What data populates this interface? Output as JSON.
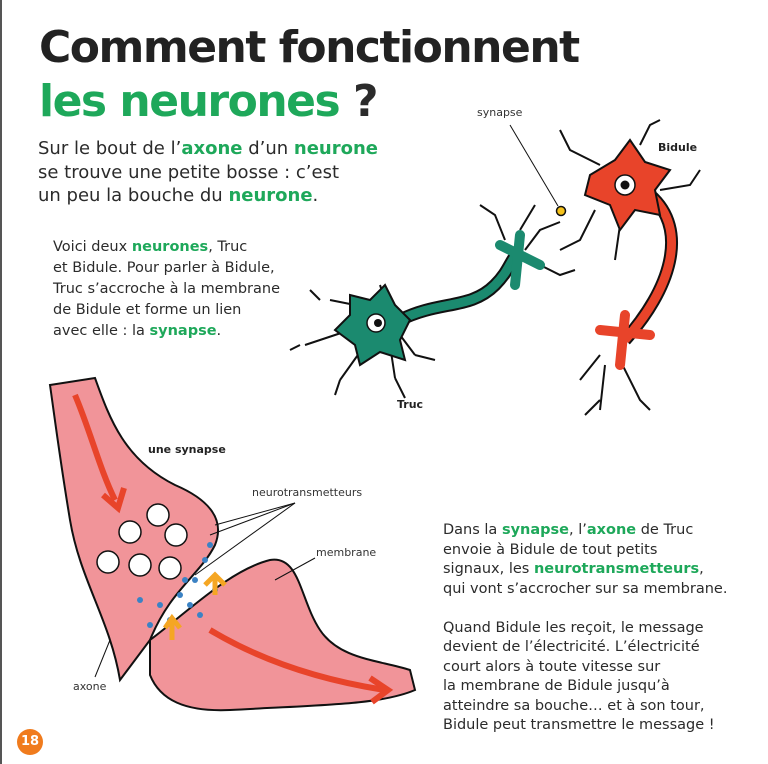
{
  "title": {
    "line1": "Comment fonctionnent",
    "line2_green": "les neurones",
    "line2_mark": " ?"
  },
  "intro": {
    "l1a": "Sur le bout de l’",
    "l1b": "axone",
    "l1c": " d’un ",
    "l1d": "neurone",
    "l2": "se trouve une petite bosse : c’est",
    "l3a": "un peu la bouche du ",
    "l3b": "neurone",
    "l3c": "."
  },
  "para2": {
    "l1a": "Voici deux ",
    "l1b": "neurones",
    "l1c": ", Truc",
    "l2": "et Bidule. Pour parler à Bidule,",
    "l3": "Truc s’accroche à la membrane",
    "l4": "de Bidule et forme un lien",
    "l5a": "avec elle : la ",
    "l5b": "synapse",
    "l5c": "."
  },
  "para3": {
    "l1a": "Dans la ",
    "l1b": "synapse",
    "l1c": ", l’",
    "l1d": "axone",
    "l1e": " de Truc",
    "l2": "envoie à Bidule de tout petits",
    "l3a": "signaux, les ",
    "l3b": "neurotransmetteurs",
    "l3c": ",",
    "l4": "qui vont s’accrocher sur sa membrane."
  },
  "para4": {
    "l1": "Quand Bidule les reçoit, le message",
    "l2": "devient de l’électricité. L’électricité",
    "l3": "court alors à toute vitesse sur",
    "l4": "la membrane de Bidule jusqu’à",
    "l5": "atteindre sa bouche… et à son tour,",
    "l6": "Bidule peut transmettre le message !"
  },
  "labels": {
    "synapse": "synapse",
    "bidule": "Bidule",
    "truc": "Truc",
    "une_synapse": "une synapse",
    "neurotransmetteurs": "neurotransmetteurs",
    "membrane": "membrane",
    "axone": "axone"
  },
  "page_number": "18",
  "colors": {
    "green": "#1ea85a",
    "red": "#e8442a",
    "teal": "#1b8a6f",
    "pink": "#f19499",
    "orange": "#f07b1d"
  }
}
